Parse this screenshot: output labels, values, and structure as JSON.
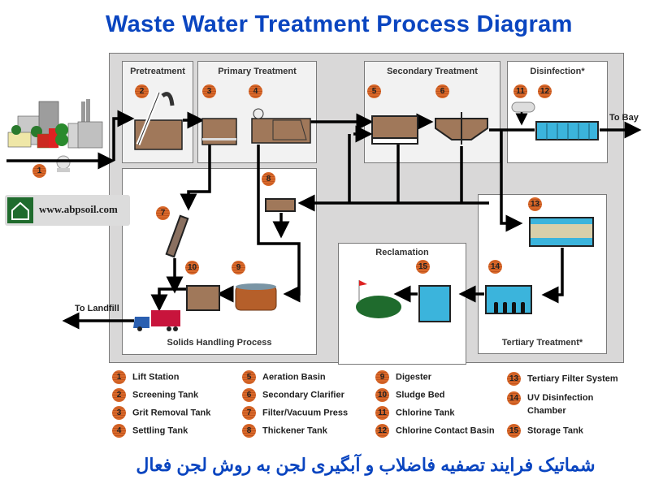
{
  "title": "Waste Water Treatment Process Diagram",
  "subtitle_fa": "شماتیک فرایند تصفیه فاضلاب و آبگیری لجن به روش لجن فعال",
  "website": "www.abpsoil.com",
  "panels": {
    "pretreatment": "Pretreatment",
    "primary": "Primary Treatment",
    "secondary": "Secondary Treatment",
    "disinfection": "Disinfection*",
    "solids": "Solids Handling Process",
    "reclamation": "Reclamation",
    "tertiary": "Tertiary Treatment*"
  },
  "flow_labels": {
    "to_bay": "To Bay",
    "to_landfill": "To Landfill"
  },
  "badges": {
    "b1": "1",
    "b2": "2",
    "b3": "3",
    "b4": "4",
    "b5": "5",
    "b6": "6",
    "b7": "7",
    "b8": "8",
    "b9": "9",
    "b10": "10",
    "b11": "11",
    "b12": "12",
    "b13": "13",
    "b14": "14",
    "b15": "15"
  },
  "legend": [
    {
      "num": "1",
      "label": "Lift Station"
    },
    {
      "num": "2",
      "label": "Screening Tank"
    },
    {
      "num": "3",
      "label": "Grit Removal Tank"
    },
    {
      "num": "4",
      "label": "Settling Tank"
    },
    {
      "num": "5",
      "label": "Aeration Basin"
    },
    {
      "num": "6",
      "label": "Secondary Clarifier"
    },
    {
      "num": "7",
      "label": "Filter/Vacuum Press"
    },
    {
      "num": "8",
      "label": "Thickener Tank"
    },
    {
      "num": "9",
      "label": "Digester"
    },
    {
      "num": "10",
      "label": "Sludge Bed"
    },
    {
      "num": "11",
      "label": "Chlorine Tank"
    },
    {
      "num": "12",
      "label": "Chlorine Contact Basin"
    },
    {
      "num": "13",
      "label": "Tertiary Filter System"
    },
    {
      "num": "14",
      "label": "UV Disinfection Chamber"
    },
    {
      "num": "15",
      "label": "Storage Tank"
    }
  ],
  "colors": {
    "title": "#0a45c0",
    "badge": "#d9692a",
    "sludge": "#a0785a",
    "water": "#3bb4dc",
    "frame": "#d9d8d8"
  }
}
